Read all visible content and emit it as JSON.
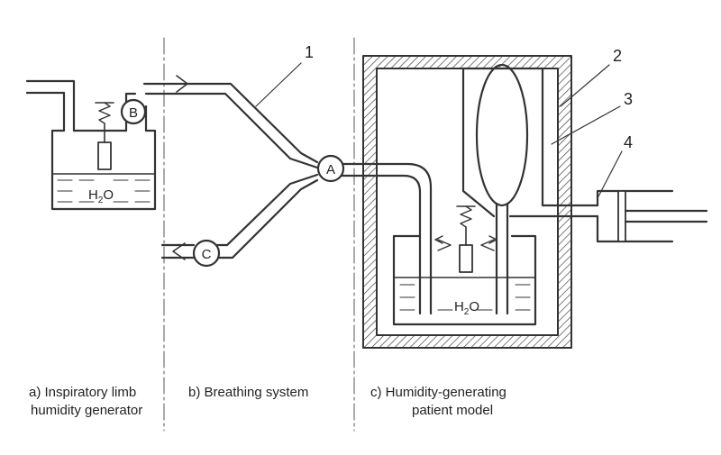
{
  "captions": {
    "a": {
      "line1": "a)  Inspiratory limb",
      "line2": "humidity generator"
    },
    "b": {
      "line1": "b)  Breathing system"
    },
    "c": {
      "line1": "c)  Humidity-generating",
      "line2": "patient model"
    }
  },
  "nodes": {
    "a": "A",
    "b": "B",
    "c": "C"
  },
  "callouts": {
    "n1": "1",
    "n2": "2",
    "n3": "3",
    "n4": "4"
  },
  "water": {
    "left_h": "H",
    "left_sub": "2",
    "left_o": "O",
    "right_h": "H",
    "right_sub": "2",
    "right_o": "O"
  }
}
